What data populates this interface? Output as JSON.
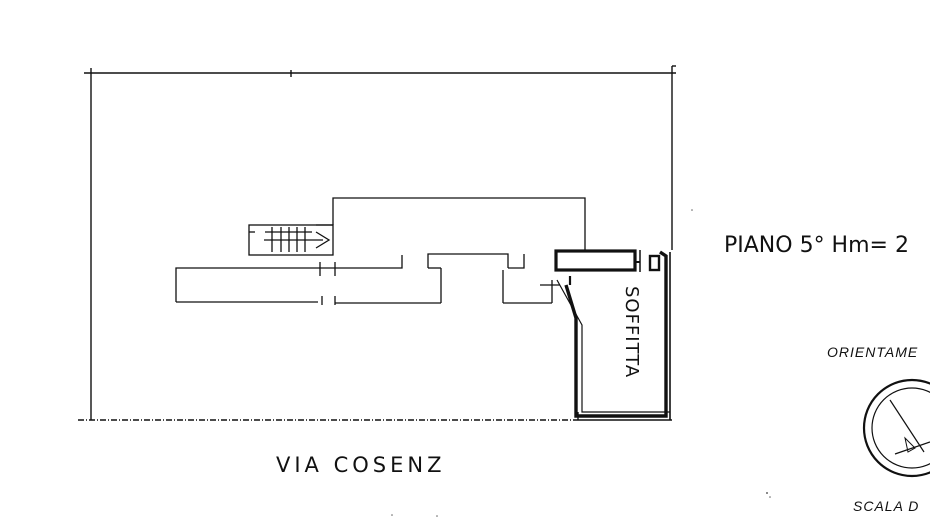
{
  "plan": {
    "room_label": "SOFFITTA",
    "street_label": "VIA COSENZ",
    "floor_label": "PIANO 5° Hm= 2",
    "orientation_label": "ORIENTAME",
    "scale_label": "SCALA D"
  },
  "colors": {
    "ink": "#111111",
    "paper": "#ffffff"
  }
}
